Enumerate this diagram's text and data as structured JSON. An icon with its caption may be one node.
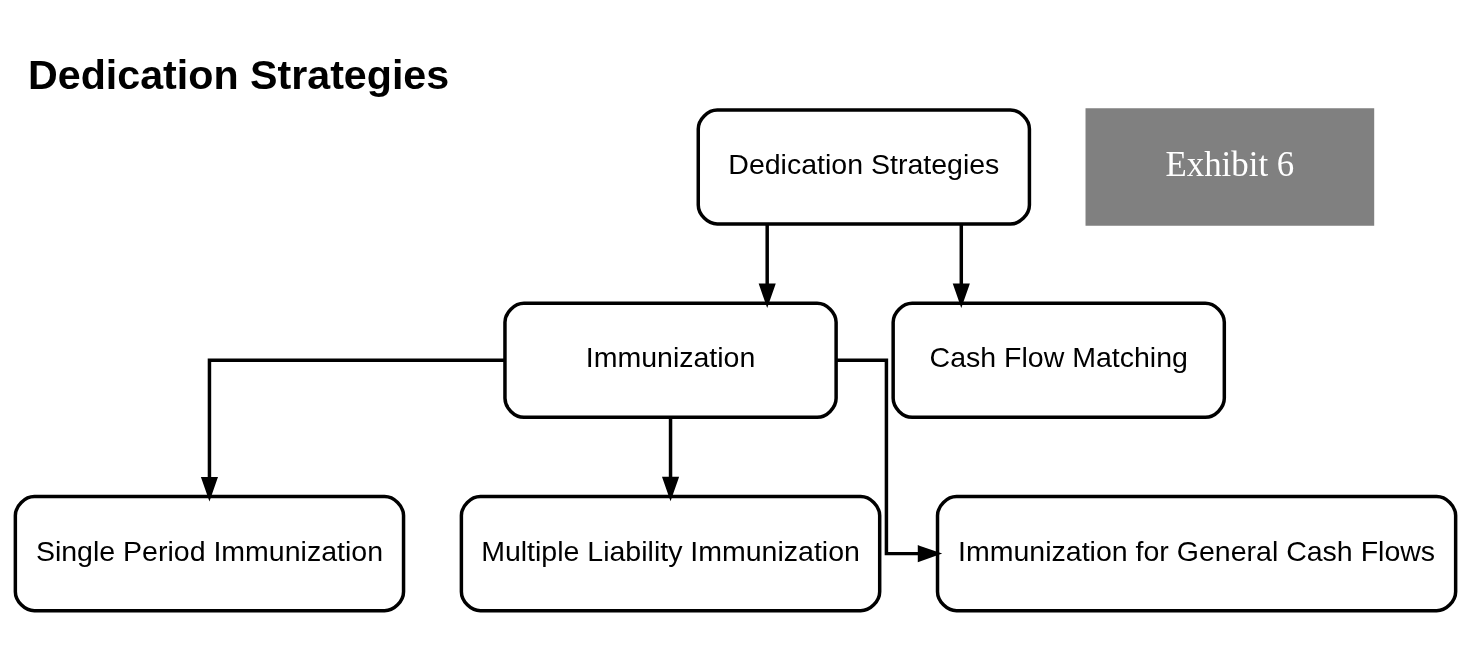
{
  "diagram": {
    "title": "Dedication Strategies",
    "nodes": [
      {
        "text": [
          "Dedication Strategies"
        ]
      },
      {
        "text": [
          "Immunization"
        ]
      },
      {
        "text": [
          "Cash Flow Matching"
        ]
      },
      {
        "text": [
          "Single Period Immunization"
        ]
      },
      {
        "text": [
          "Multiple Liability Immunization"
        ]
      },
      {
        "text": [
          "Immunization for General Cash Flows"
        ]
      }
    ],
    "edges": [
      {
        "from": 0,
        "to": 1,
        "arrow": "to"
      },
      {
        "from": 0,
        "to": 2,
        "arrow": "to"
      },
      {
        "from": 1,
        "to": 3,
        "arrow": "to"
      },
      {
        "from": 1,
        "to": 4,
        "arrow": "to"
      },
      {
        "from": 1,
        "to": 5,
        "arrow": "to"
      }
    ],
    "labels": [
      "Exhibit 6"
    ]
  }
}
